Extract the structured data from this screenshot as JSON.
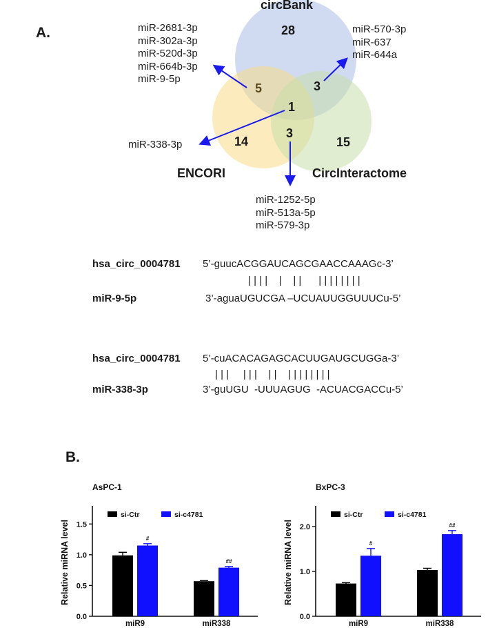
{
  "panelA": {
    "label": "A.",
    "sets": {
      "circbank": "circBank",
      "encori": "ENCORI",
      "circinteractome": "CircInteractome"
    },
    "counts": {
      "circbank_only": "28",
      "circbank_encori": "5",
      "circbank_circinteractome": "3",
      "all_three": "1",
      "encori_only": "14",
      "encori_circinteractome": "3",
      "circinteractome_only": "15"
    },
    "mirna_lists": {
      "circbank_encori": [
        "miR-2681-3p",
        "miR-302a-3p",
        "miR-520d-3p",
        "miR-664b-3p",
        "miR-9-5p"
      ],
      "circbank_circinteractome": [
        "miR-570-3p",
        "miR-637",
        "miR-644a"
      ],
      "all_three": [
        "miR-338-3p"
      ],
      "encori_circinteractome": [
        "miR-1252-5p",
        "miR-513a-5p",
        "miR-579-3p"
      ]
    },
    "alignments": [
      {
        "circ_name": "hsa_circ_0004781",
        "circ_seq": "5’-guucACGGAUCAGCGAACCAAAGc-3’",
        "pairs": "| | | |    |    | |      | | | | | | | |",
        "mir_name": "miR-9-5p",
        "mir_seq": "3’-aguaUGUCGA –UCUAUUGGUUUCu-5’"
      },
      {
        "circ_name": "hsa_circ_0004781",
        "circ_seq": "5’-cuACACAGAGCACUUGAUGCUGGa-3’",
        "pairs": "| | |     | | |    | |    | | | | | | | |",
        "mir_name": "miR-338-3p",
        "mir_seq": "3’-guUGU  -UUUAGUG  -ACUACGACCu-5’"
      }
    ]
  },
  "panelB": {
    "label": "B."
  },
  "chart_data": [
    {
      "type": "bar",
      "title": "AsPC-1",
      "ylabel": "Relative miRNA level",
      "xlabel": "",
      "categories": [
        "miR9",
        "miR338"
      ],
      "yticks": [
        "0.0",
        "0.5",
        "1.0",
        "1.5"
      ],
      "ylim": [
        0,
        1.75
      ],
      "legend_position": "top-left",
      "series": [
        {
          "name": "si-Ctr",
          "color": "#000000",
          "values": [
            0.99,
            0.57
          ],
          "errors": [
            0.05,
            0.01
          ]
        },
        {
          "name": "si-c4781",
          "color": "#1010ff",
          "values": [
            1.15,
            0.79
          ],
          "errors": [
            0.03,
            0.02
          ]
        }
      ],
      "annotations": [
        {
          "category": "miR9",
          "series": "si-c4781",
          "text": "#"
        },
        {
          "category": "miR338",
          "series": "si-c4781",
          "text": "##"
        }
      ]
    },
    {
      "type": "bar",
      "title": "BxPC-3",
      "ylabel": "Relative miRNA level",
      "xlabel": "",
      "categories": [
        "miR9",
        "miR338"
      ],
      "yticks": [
        "0.0",
        "1.0",
        "2.0"
      ],
      "ylim": [
        0,
        2.4
      ],
      "legend_position": "top-left",
      "series": [
        {
          "name": "si-Ctr",
          "color": "#000000",
          "values": [
            0.73,
            1.03
          ],
          "errors": [
            0.02,
            0.04
          ]
        },
        {
          "name": "si-c4781",
          "color": "#1010ff",
          "values": [
            1.35,
            1.83
          ],
          "errors": [
            0.16,
            0.08
          ]
        }
      ],
      "annotations": [
        {
          "category": "miR9",
          "series": "si-c4781",
          "text": "#"
        },
        {
          "category": "miR338",
          "series": "si-c4781",
          "text": "##"
        }
      ]
    }
  ]
}
